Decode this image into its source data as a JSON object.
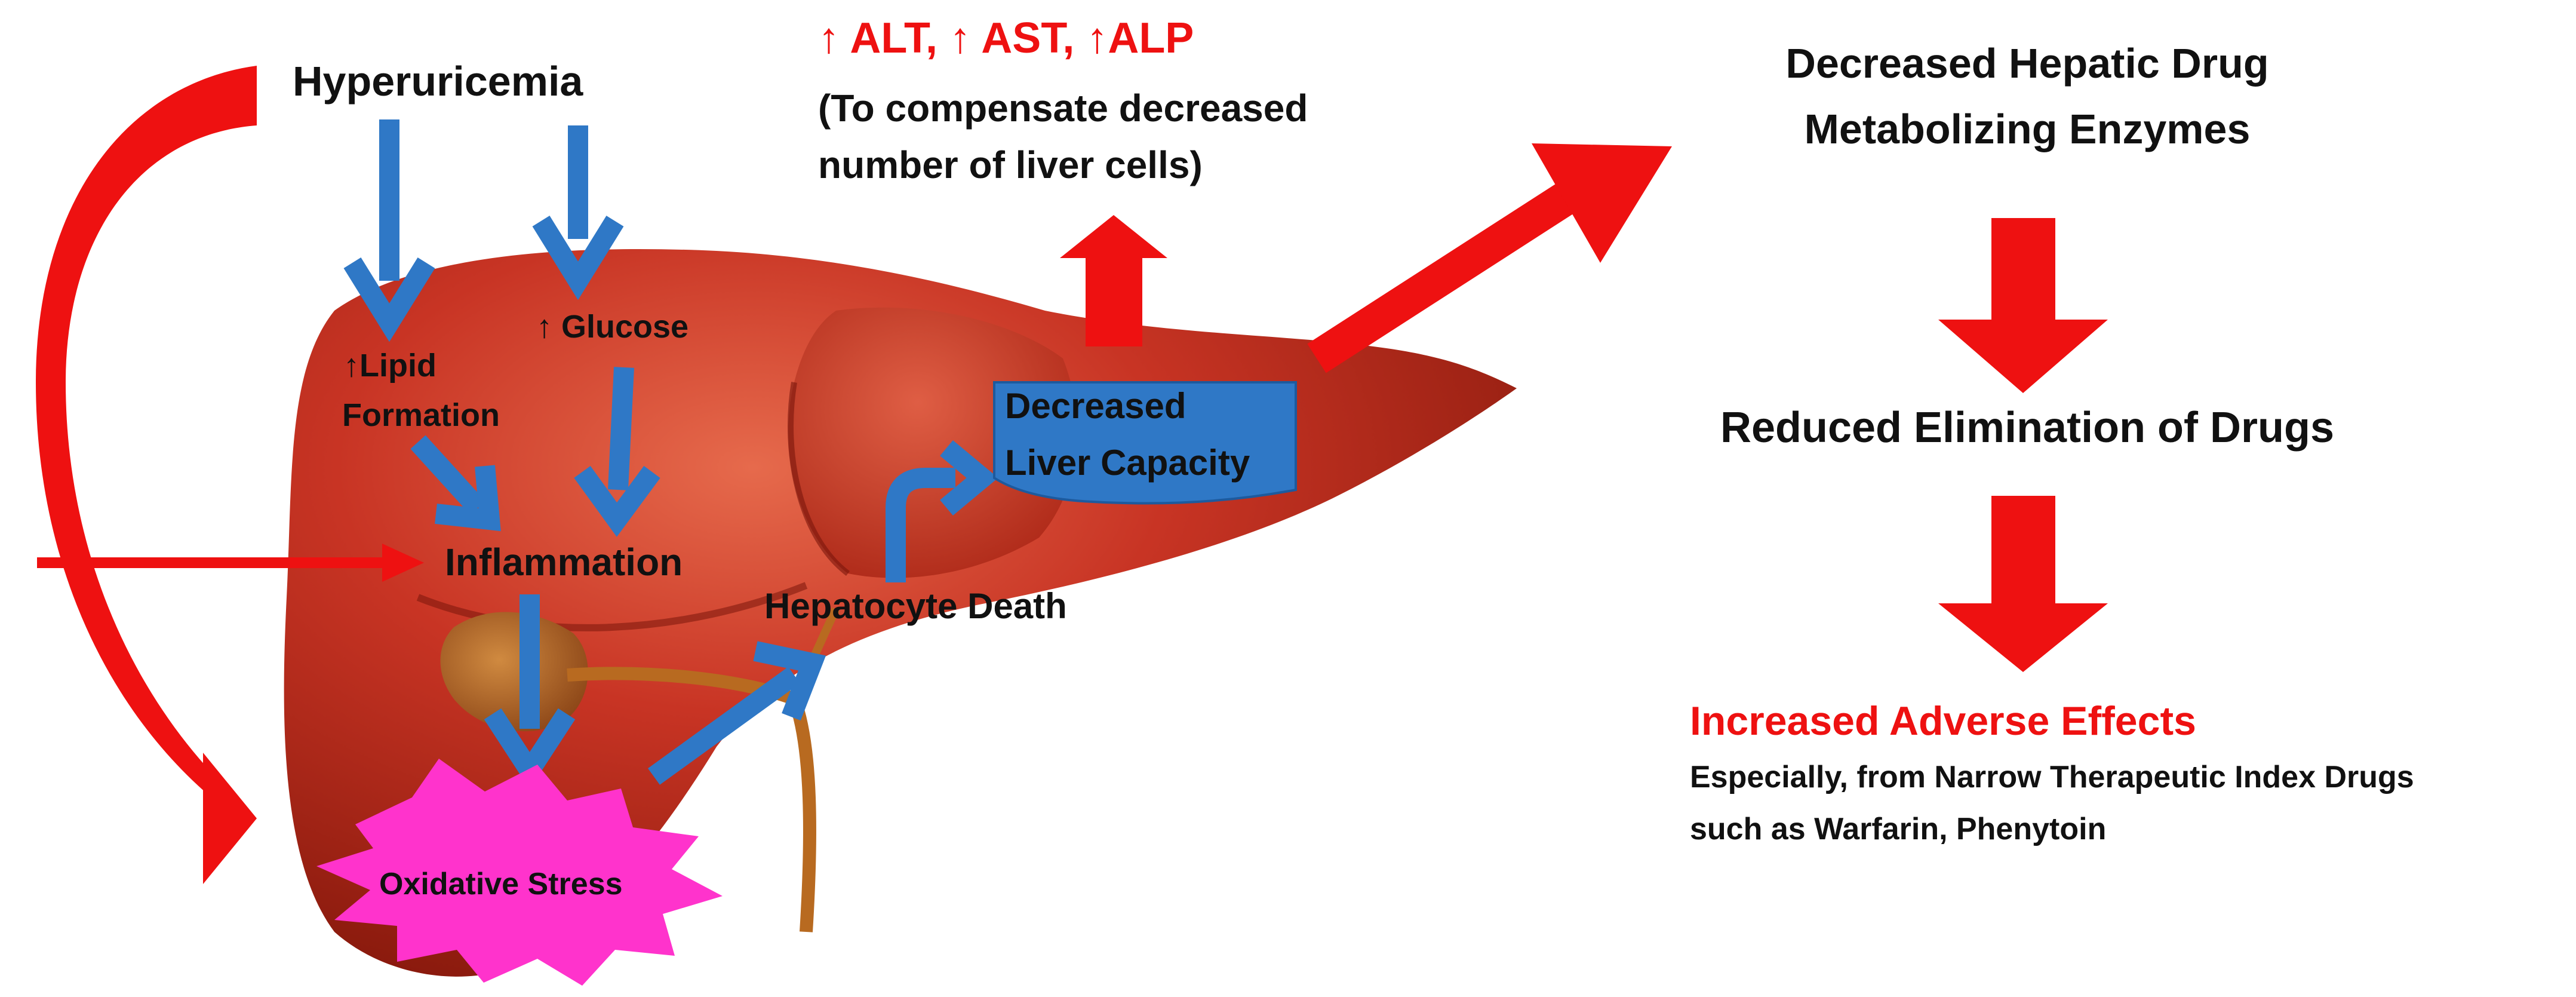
{
  "colors": {
    "red": "#ee1111",
    "blue": "#2f78c6",
    "liver_dark": "#9e1f10",
    "liver_mid": "#c53222",
    "liver_light": "#de5a3f",
    "magenta": "#ff33cc",
    "gallbladder": "#a85a22",
    "text": "#111111"
  },
  "left": {
    "hyperuricemia": "Hyperuricemia",
    "lipid_line1": "↑Lipid",
    "lipid_line2": "Formation",
    "glucose": "↑ Glucose",
    "inflammation": "Inflammation",
    "oxidative_stress": "Oxidative Stress",
    "hepatocyte_death": "Hepatocyte Death",
    "decreased_capacity_line1": "Decreased",
    "decreased_capacity_line2": "Liver Capacity"
  },
  "top": {
    "enzymes": "↑ ALT, ↑ AST, ↑ALP",
    "compensate_line1": "(To compensate decreased",
    "compensate_line2": "number of liver cells)"
  },
  "right": {
    "step1_line1": "Decreased Hepatic Drug",
    "step1_line2": "Metabolizing Enzymes",
    "step2": "Reduced Elimination of Drugs",
    "step3": "Increased Adverse Effects",
    "step3_detail_line1": "Especially, from Narrow Therapeutic Index Drugs",
    "step3_detail_line2": "such as Warfarin, Phenytoin"
  }
}
